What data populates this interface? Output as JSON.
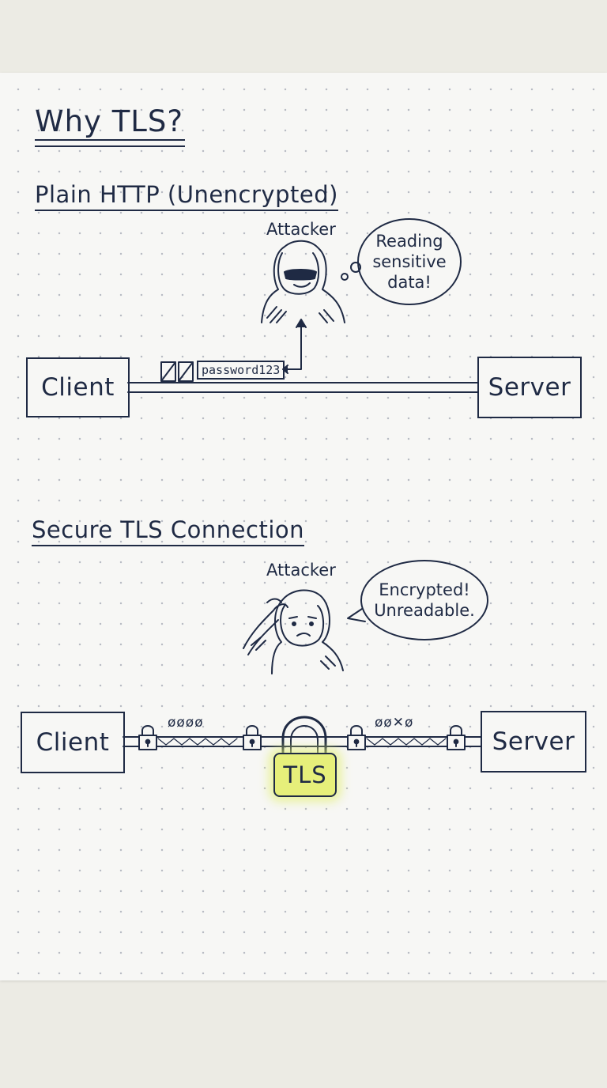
{
  "title": "Why TLS?",
  "plain": {
    "heading": "Plain HTTP (Unencrypted)",
    "attacker_label": "Attacker",
    "bubble_lines": [
      "Reading",
      "sensitive",
      "data!"
    ],
    "client": "Client",
    "server": "Server",
    "packet_text": "password123"
  },
  "secure": {
    "heading": "Secure TLS Connection",
    "attacker_label": "Attacker",
    "bubble_lines": [
      "Encrypted!",
      "Unreadable."
    ],
    "client": "Client",
    "server": "Server",
    "tls_label": "TLS",
    "cipher_left": "øøøø",
    "cipher_right": "øø✕ø"
  },
  "colors": {
    "ink": "#1f2a44",
    "paper": "#f7f7f5",
    "highlight": "#e6ef7a"
  },
  "icons": [
    "hooded-attacker-icon",
    "confused-attacker-icon",
    "padlock-icon",
    "large-padlock-icon",
    "arrow-up-icon"
  ]
}
